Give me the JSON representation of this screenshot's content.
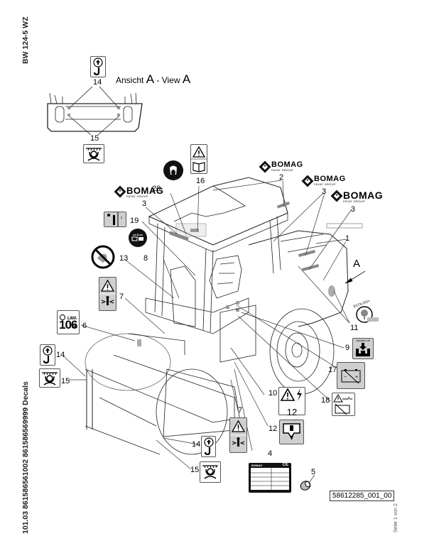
{
  "header": {
    "model": "BW 124-5 WZ",
    "document_ref": "101.03 861586561002 861586569999 Decals",
    "page_info": "Seite 1 von 2",
    "drawing_id": "58612285_001_00"
  },
  "view_label": {
    "prefix": "Ansicht ",
    "letter1": "A",
    "middle": " - View ",
    "letter2": "A"
  },
  "view_arrow_label": "A",
  "brand": {
    "name": "BOMAG",
    "sub": "FAYAT GROUP"
  },
  "decals": [
    {
      "id": "1",
      "description": "Blank stripe decal"
    },
    {
      "id": "2",
      "description": "BOMAG logo (roof)"
    },
    {
      "id": "3",
      "description": "BOMAG logo (side)"
    },
    {
      "id": "4",
      "description": "Type plate",
      "plate_brand": "BOMAG",
      "plate_mark": "CE"
    },
    {
      "id": "5",
      "description": "Lubrication nipple"
    },
    {
      "id": "6",
      "description": "Sound power level",
      "level_label": "LWA",
      "value": "106",
      "unit": "dB"
    },
    {
      "id": "7",
      "description": "Warning - crush hazard"
    },
    {
      "id": "8",
      "description": "Decal"
    },
    {
      "id": "9",
      "description": "Hydraulic oil",
      "label": "Hydraulic Oil"
    },
    {
      "id": "10",
      "description": "Warning - 12 Volt",
      "label": "12 Volt"
    },
    {
      "id": "11",
      "description": "Ecology / bio oil",
      "label": "ECOLOGY"
    },
    {
      "id": "12",
      "description": "Drain point"
    },
    {
      "id": "13",
      "description": "Do not clean with water jet"
    },
    {
      "id": "14",
      "description": "Lifting point"
    },
    {
      "id": "15",
      "description": "Lashing point"
    },
    {
      "id": "16",
      "description": "Warning - read operating manual"
    },
    {
      "id": "17",
      "description": "Battery disconnect"
    },
    {
      "id": "18",
      "description": "Warning - battery"
    },
    {
      "id": "19",
      "description": "Decal"
    },
    {
      "id": "20",
      "description": "Wear ear protection"
    }
  ]
}
